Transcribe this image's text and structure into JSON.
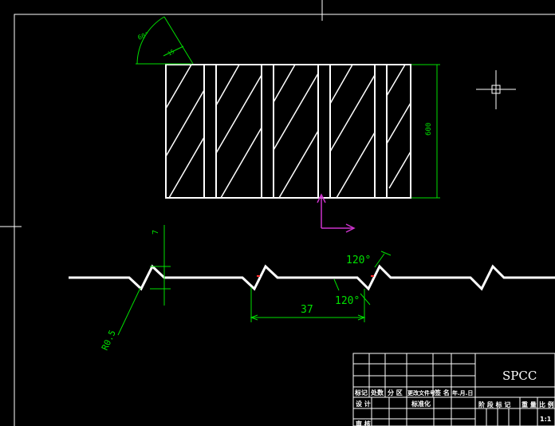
{
  "drawing": {
    "colors": {
      "background": "#000000",
      "geometry": "#ffffff",
      "dimension": "#00e000",
      "ucs": "#cc33cc",
      "accent": "#ff3030"
    },
    "panel": {
      "angle_label": "60°",
      "small_dim_label": "15",
      "height_label": "600"
    },
    "profile": {
      "depth_label": "7",
      "radius_label": "R0.5",
      "angle_top_label": "120°",
      "angle_bottom_label": "120°",
      "pitch_label": "37"
    },
    "title_block": {
      "material": "SPCC",
      "header_cells": [
        "标记",
        "处数",
        "分 区",
        "更改文件号",
        "签 名",
        "年.月.日"
      ],
      "design_label": "设 计",
      "standard_label": "标准化",
      "review_label": "审 核",
      "right_header": [
        "阶 段 标 记",
        "重 量",
        "比 例"
      ],
      "scale_value": "1:1"
    }
  }
}
